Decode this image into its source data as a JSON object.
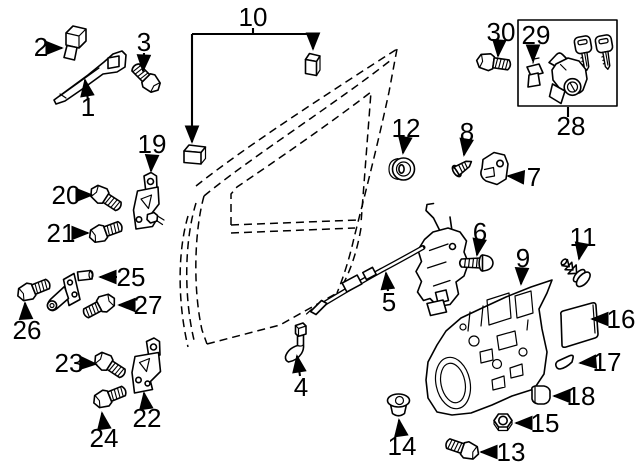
{
  "figure": {
    "colors": {
      "line": "#000000",
      "background": "#ffffff"
    }
  },
  "callouts": [
    {
      "num": "1"
    },
    {
      "num": "2"
    },
    {
      "num": "3"
    },
    {
      "num": "4"
    },
    {
      "num": "5"
    },
    {
      "num": "6"
    },
    {
      "num": "7"
    },
    {
      "num": "8"
    },
    {
      "num": "9"
    },
    {
      "num": "10"
    },
    {
      "num": "11"
    },
    {
      "num": "12"
    },
    {
      "num": "13"
    },
    {
      "num": "14"
    },
    {
      "num": "15"
    },
    {
      "num": "16"
    },
    {
      "num": "17"
    },
    {
      "num": "18"
    },
    {
      "num": "19"
    },
    {
      "num": "20"
    },
    {
      "num": "21"
    },
    {
      "num": "22"
    },
    {
      "num": "23"
    },
    {
      "num": "24"
    },
    {
      "num": "25"
    },
    {
      "num": "26"
    },
    {
      "num": "27"
    },
    {
      "num": "28"
    },
    {
      "num": "29"
    },
    {
      "num": "30"
    }
  ]
}
